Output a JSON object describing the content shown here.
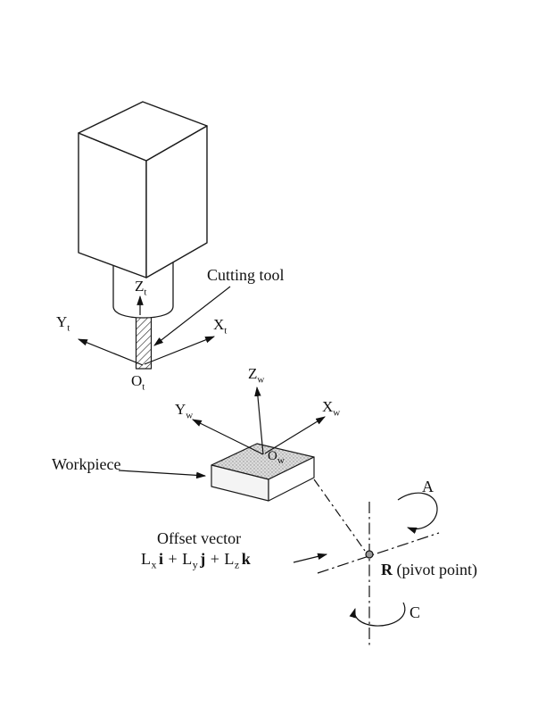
{
  "figure": {
    "labels": {
      "cutting_tool": "Cutting tool",
      "workpiece": "Workpiece",
      "offset_vector": "Offset vector",
      "pivot_point": "R",
      "pivot_desc": "(pivot point)",
      "axis_a": "A",
      "axis_c": "C"
    },
    "axes": {
      "tool_z": {
        "main": "Z",
        "sub": "t"
      },
      "tool_y": {
        "main": "Y",
        "sub": "t"
      },
      "tool_x": {
        "main": "X",
        "sub": "t"
      },
      "tool_o": {
        "main": "O",
        "sub": "t"
      },
      "work_z": {
        "main": "Z",
        "sub": "w"
      },
      "work_y": {
        "main": "Y",
        "sub": "w"
      },
      "work_x": {
        "main": "X",
        "sub": "w"
      },
      "work_o": {
        "main": "O",
        "sub": "w"
      }
    },
    "formula": {
      "L1": "L",
      "s1": "x",
      "v1": "i",
      "op1": "+",
      "L2": "L",
      "s2": "y",
      "v2": "j",
      "op2": "+",
      "L3": "L",
      "s3": "z",
      "v3": "k"
    },
    "colors": {
      "ink": "#111111",
      "workpiece_shading": "#dcdcdc"
    }
  }
}
